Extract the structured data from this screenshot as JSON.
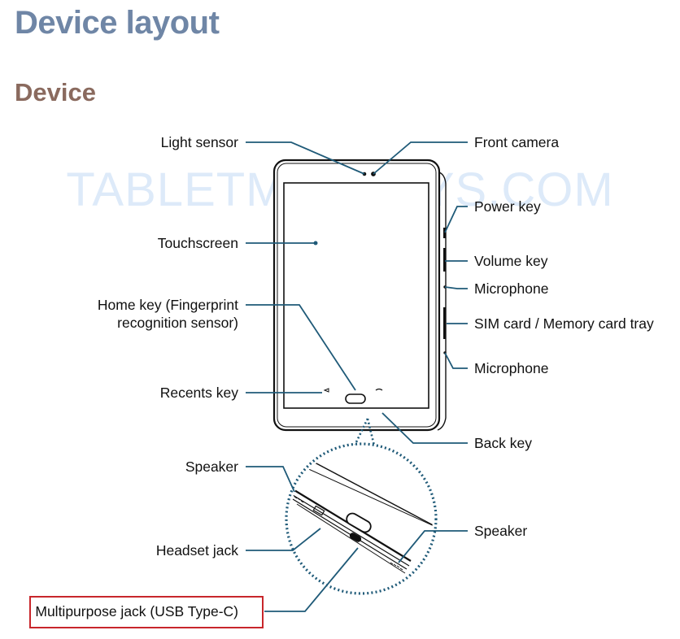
{
  "page_title": "Device layout",
  "section_title": "Device",
  "watermark": "TABLETMONKEYS.COM",
  "labels": {
    "light_sensor": "Light sensor",
    "front_camera": "Front camera",
    "power_key": "Power key",
    "touchscreen": "Touchscreen",
    "volume_key": "Volume key",
    "microphone_top": "Microphone",
    "home_key": "Home key (Fingerprint\nrecognition sensor)",
    "sim_tray": "SIM card / Memory card tray",
    "microphone_bottom": "Microphone",
    "recents_key": "Recents key",
    "back_key": "Back key",
    "speaker_left": "Speaker",
    "speaker_right": "Speaker",
    "headset_jack": "Headset jack",
    "multipurpose_jack": "Multipurpose jack (USB Type-C)"
  },
  "colors": {
    "title": "#6f86a6",
    "section": "#8a6a5e",
    "callout_line": "#1f5a78",
    "highlight_box": "#c8262b"
  }
}
